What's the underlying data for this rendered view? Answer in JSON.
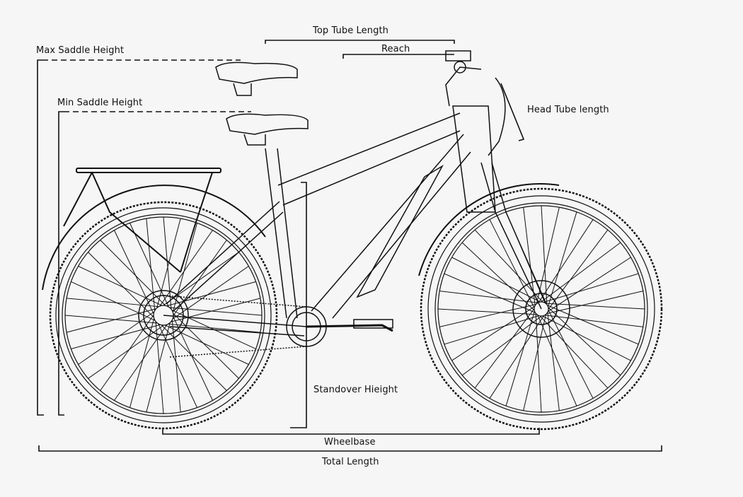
{
  "labels": {
    "top_tube_length": "Top Tube Length",
    "reach": "Reach",
    "max_saddle_height": "Max Saddle Height",
    "min_saddle_height": "Min Saddle Height",
    "head_tube_length": "Head Tube length",
    "standover_height": "Standover Hieight",
    "wheelbase": "Wheelbase",
    "total_length": "Total Length"
  },
  "colors": {
    "background": "#f6f6f6",
    "line": "#111111"
  }
}
